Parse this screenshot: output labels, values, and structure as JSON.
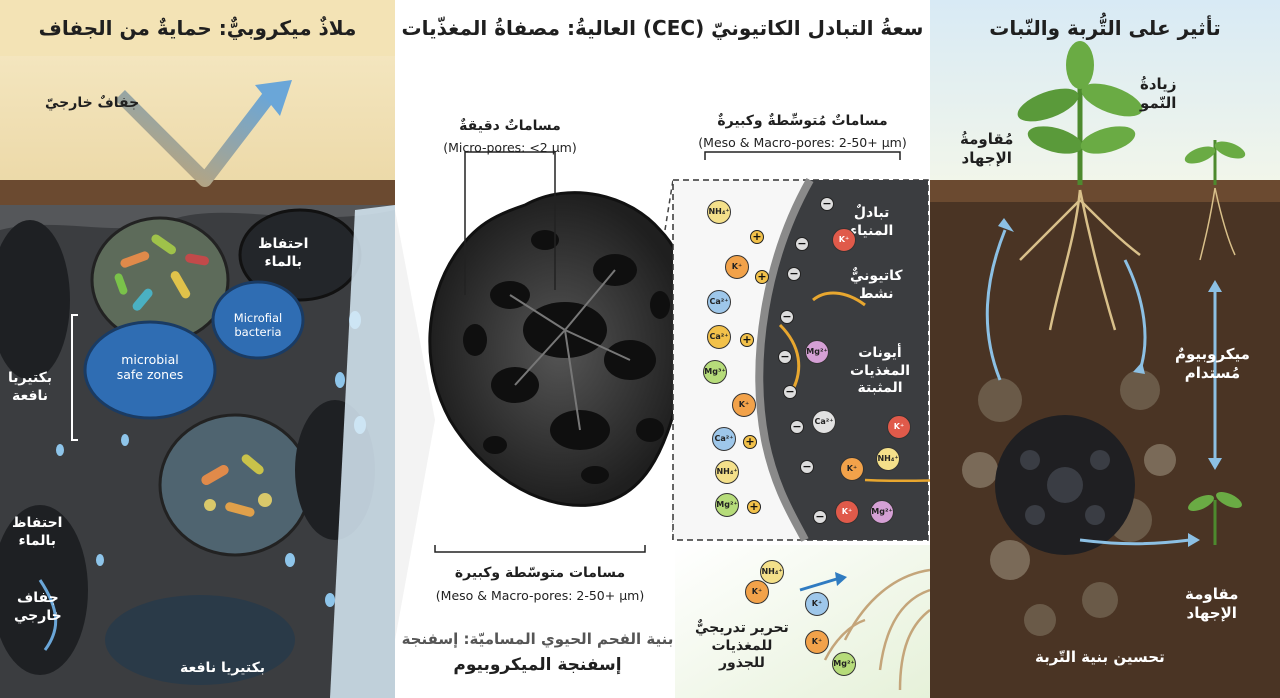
{
  "left": {
    "title": "ملاذٌ ميكروبيٌّ: حمايةٌ من الجفاف",
    "drought_top": "جفافٌ خارجيّ",
    "water_retention_top": "احتفاظ\nبالماء",
    "microfial_bacteria": "Microfial\nbacteria",
    "microbial_safe_zones": "microbial\nsafe zones",
    "beneficial_bacteria_side": "بكتيريا\nنافعة",
    "water_retention_side": "احتفاظ\nبالماء",
    "drought_side": "جفاف\nخارجي",
    "beneficial_bacteria_bottom": "بكتيريا نافعة"
  },
  "middle": {
    "title": "سعةُ التبادل الكاتيونيّ (CEC) العاليةُ: مصفاةُ المغذّيات",
    "micro_pores": "مساماتٌ دقيقةٌ",
    "micro_pores_en": "(Micro-pores: <2 μm)",
    "meso_macro_top": "مساماتٌ مُتوسِّطةٌ وكبيرةٌ",
    "meso_macro_top_en": "(Meso & Macro-pores: 2-50+ μm)",
    "meso_macro_bottom": "مسامات متوسّطة وكبيرة",
    "meso_macro_bottom_en": "(Meso & Macro-pores: 2-50+ μm)",
    "structure_caption_1": "بنية الفحم الحيوي المساميّة: إسفنجة",
    "structure_caption_2": "إسفنجة الميكروبيوم",
    "exchange": "تبادلٌ\nالمنياء",
    "active_cation": "كاتيونيٌّ\nنشط",
    "fixed_ions": "أيونات\nالمغذيات\nالمثبتة",
    "slow_release": "تحرير تدريجيٌّ\nللمغذيات\nللجذور",
    "ions": {
      "nh4": "NH₄⁺",
      "k": "K⁺",
      "ca": "Ca²⁺",
      "mg": "Mg²⁺",
      "mg3": "Mg³⁺"
    }
  },
  "right": {
    "title": "تأثير على التُّربة والنّبات",
    "growth": "زيادةُ\nالنّمو",
    "stress_top": "مُقاومةُ\nالإجهاد",
    "microbiome": "ميكروبيومٌ\nمُستدام",
    "stress_bottom": "مقاومة\nالإجهاد",
    "soil_structure": "تحسين بنية التّربة"
  },
  "colors": {
    "left_title_bg": "#f3e3b5",
    "right_title_bg": "#d8eaf5",
    "soil_dark": "#4a3424",
    "char_dark": "#2b2b2b",
    "water_blue": "#2f7bc1",
    "leaf_green": "#5a9a3a",
    "arrow_orange": "#e8a72f"
  }
}
